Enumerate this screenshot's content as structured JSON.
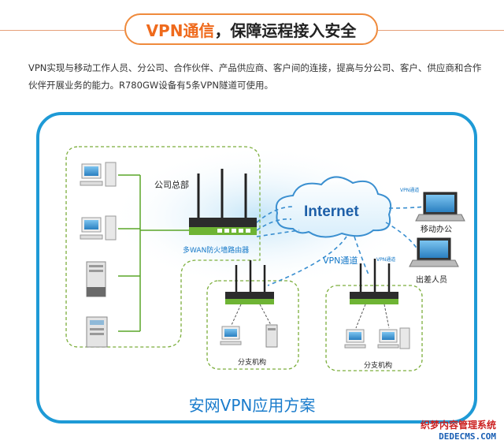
{
  "header": {
    "title_highlight": "VPN通信",
    "title_rest": "，保障运程接入安全"
  },
  "description": {
    "line1": "VPN实现与移动工作人员、分公司、合作伙伴、产品供应商、客户间的连接，提高与分公司、客户、供应商和合作",
    "line2": "伙伴开展业务的能力。R780GW设备有5条VPN隧道可使用。"
  },
  "diagram": {
    "hq_label": "公司总部",
    "router_label": "多WAN防火墙路由器",
    "internet_label": "Internet",
    "vpn_channel_label": "VPN通道",
    "mobile_office_label": "移动办公",
    "traveler_label": "出差人员",
    "branch1_label": "分支机构",
    "branch2_label": "分支机构",
    "tiny_vpn_label_1": "VPN通道",
    "tiny_vpn_label_2": "VPN通道",
    "footer_title": "安网VPN应用方案"
  },
  "watermark": {
    "line1": "织梦内容管理系统",
    "line2": "DEDECMS.COM"
  },
  "colors": {
    "accent_orange": "#ef8a3c",
    "frame_blue": "#1e9ad6",
    "router_green": "#5aa528",
    "dash_green": "#7cae3c"
  }
}
